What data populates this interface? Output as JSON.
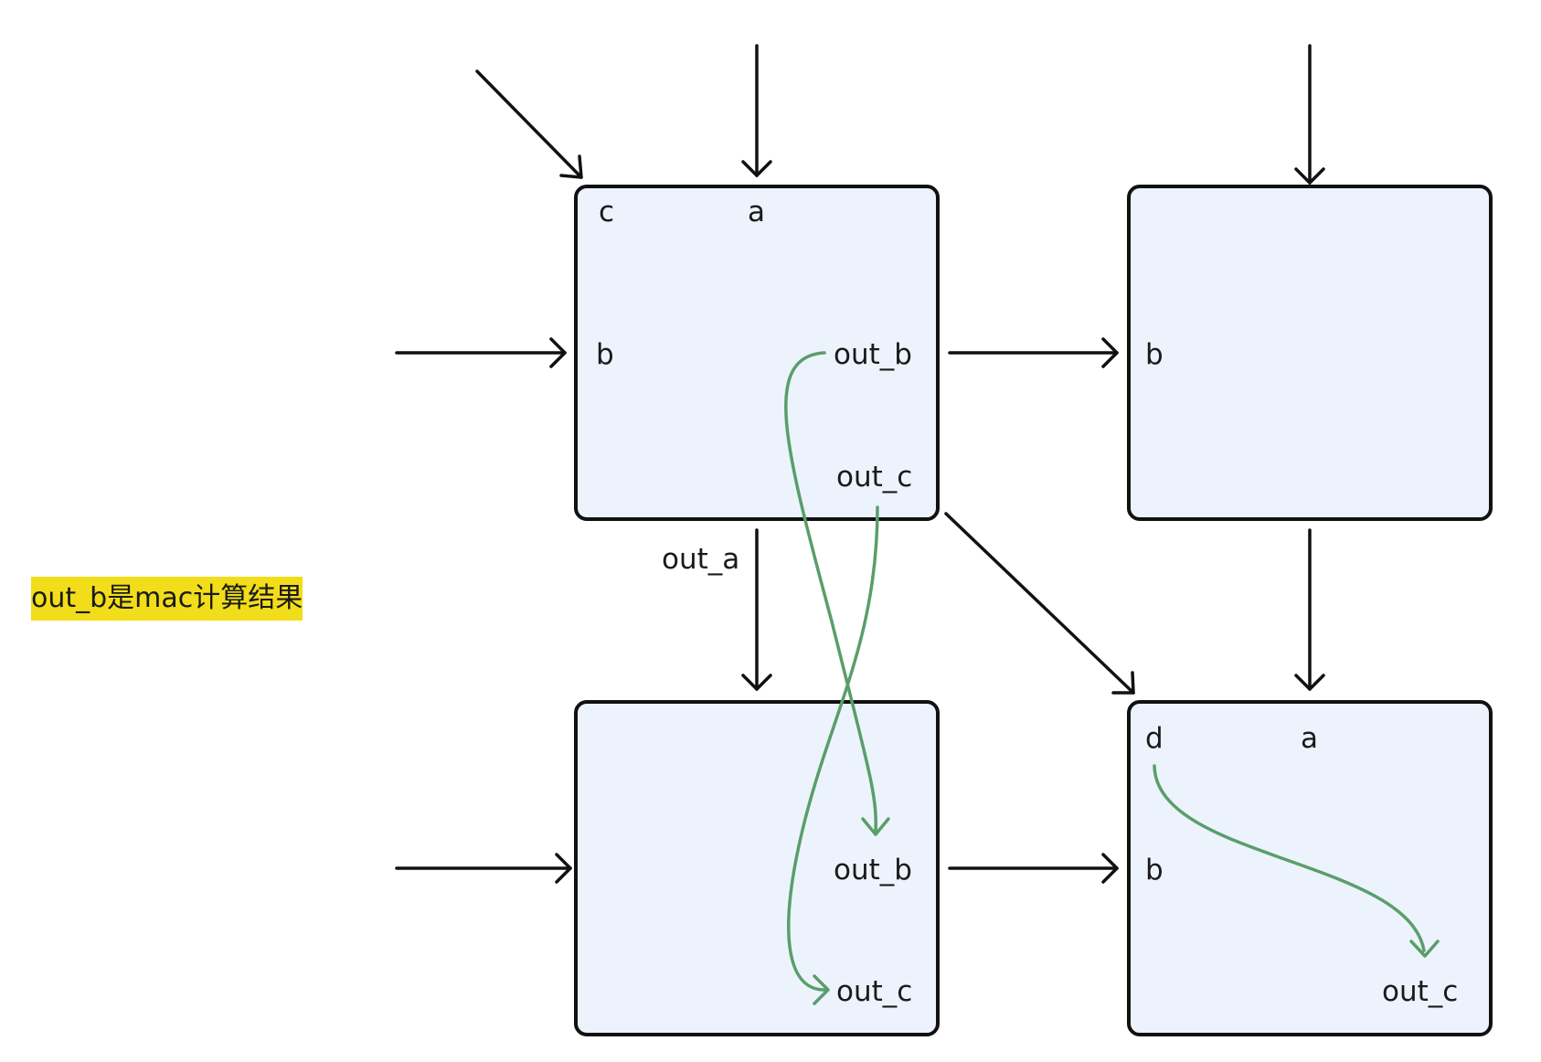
{
  "note": "out_b是mac计算结果",
  "pe_top_left": {
    "c": "c",
    "a": "a",
    "b": "b",
    "out_b": "out_b",
    "out_c": "out_c"
  },
  "pe_top_right": {
    "b": "b"
  },
  "out_a_label": "out_a",
  "pe_bottom_left": {
    "out_b": "out_b",
    "out_c": "out_c"
  },
  "pe_bottom_right": {
    "d": "d",
    "a": "a",
    "b": "b",
    "out_c": "out_c"
  },
  "colors": {
    "box_fill": "#edf3fc",
    "stroke": "#111111",
    "flow": "#5a9e6b",
    "highlight": "#f2dd1a"
  }
}
